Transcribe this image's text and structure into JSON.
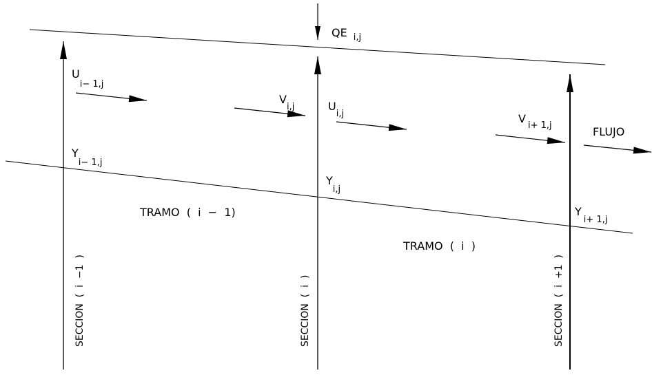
{
  "inflow": {
    "main": "QE",
    "sub": "i,j"
  },
  "velocities": {
    "u_prev": {
      "main": "U",
      "sub": "i− 1,j"
    },
    "v_i": {
      "main": "V",
      "sub": "i,j"
    },
    "u_i": {
      "main": "U",
      "sub": "i,j"
    },
    "v_next": {
      "main": "V",
      "sub": "i+ 1,j"
    }
  },
  "depths": {
    "y_prev": {
      "main": "Y",
      "sub": "i− 1,j"
    },
    "y_i": {
      "main": "Y",
      "sub": "i,j"
    },
    "y_next": {
      "main": "Y",
      "sub": "i+ 1,j"
    }
  },
  "flow_label": "FLUJO",
  "reaches": {
    "prev": "TRAMO  (  i  −  1)",
    "curr": "TRAMO  (  i  )"
  },
  "sections": {
    "prev": "SECCION  (  i  −1  )",
    "curr": "SECCION  (  i  )",
    "next": "SECCION  (  i  +1  )"
  }
}
